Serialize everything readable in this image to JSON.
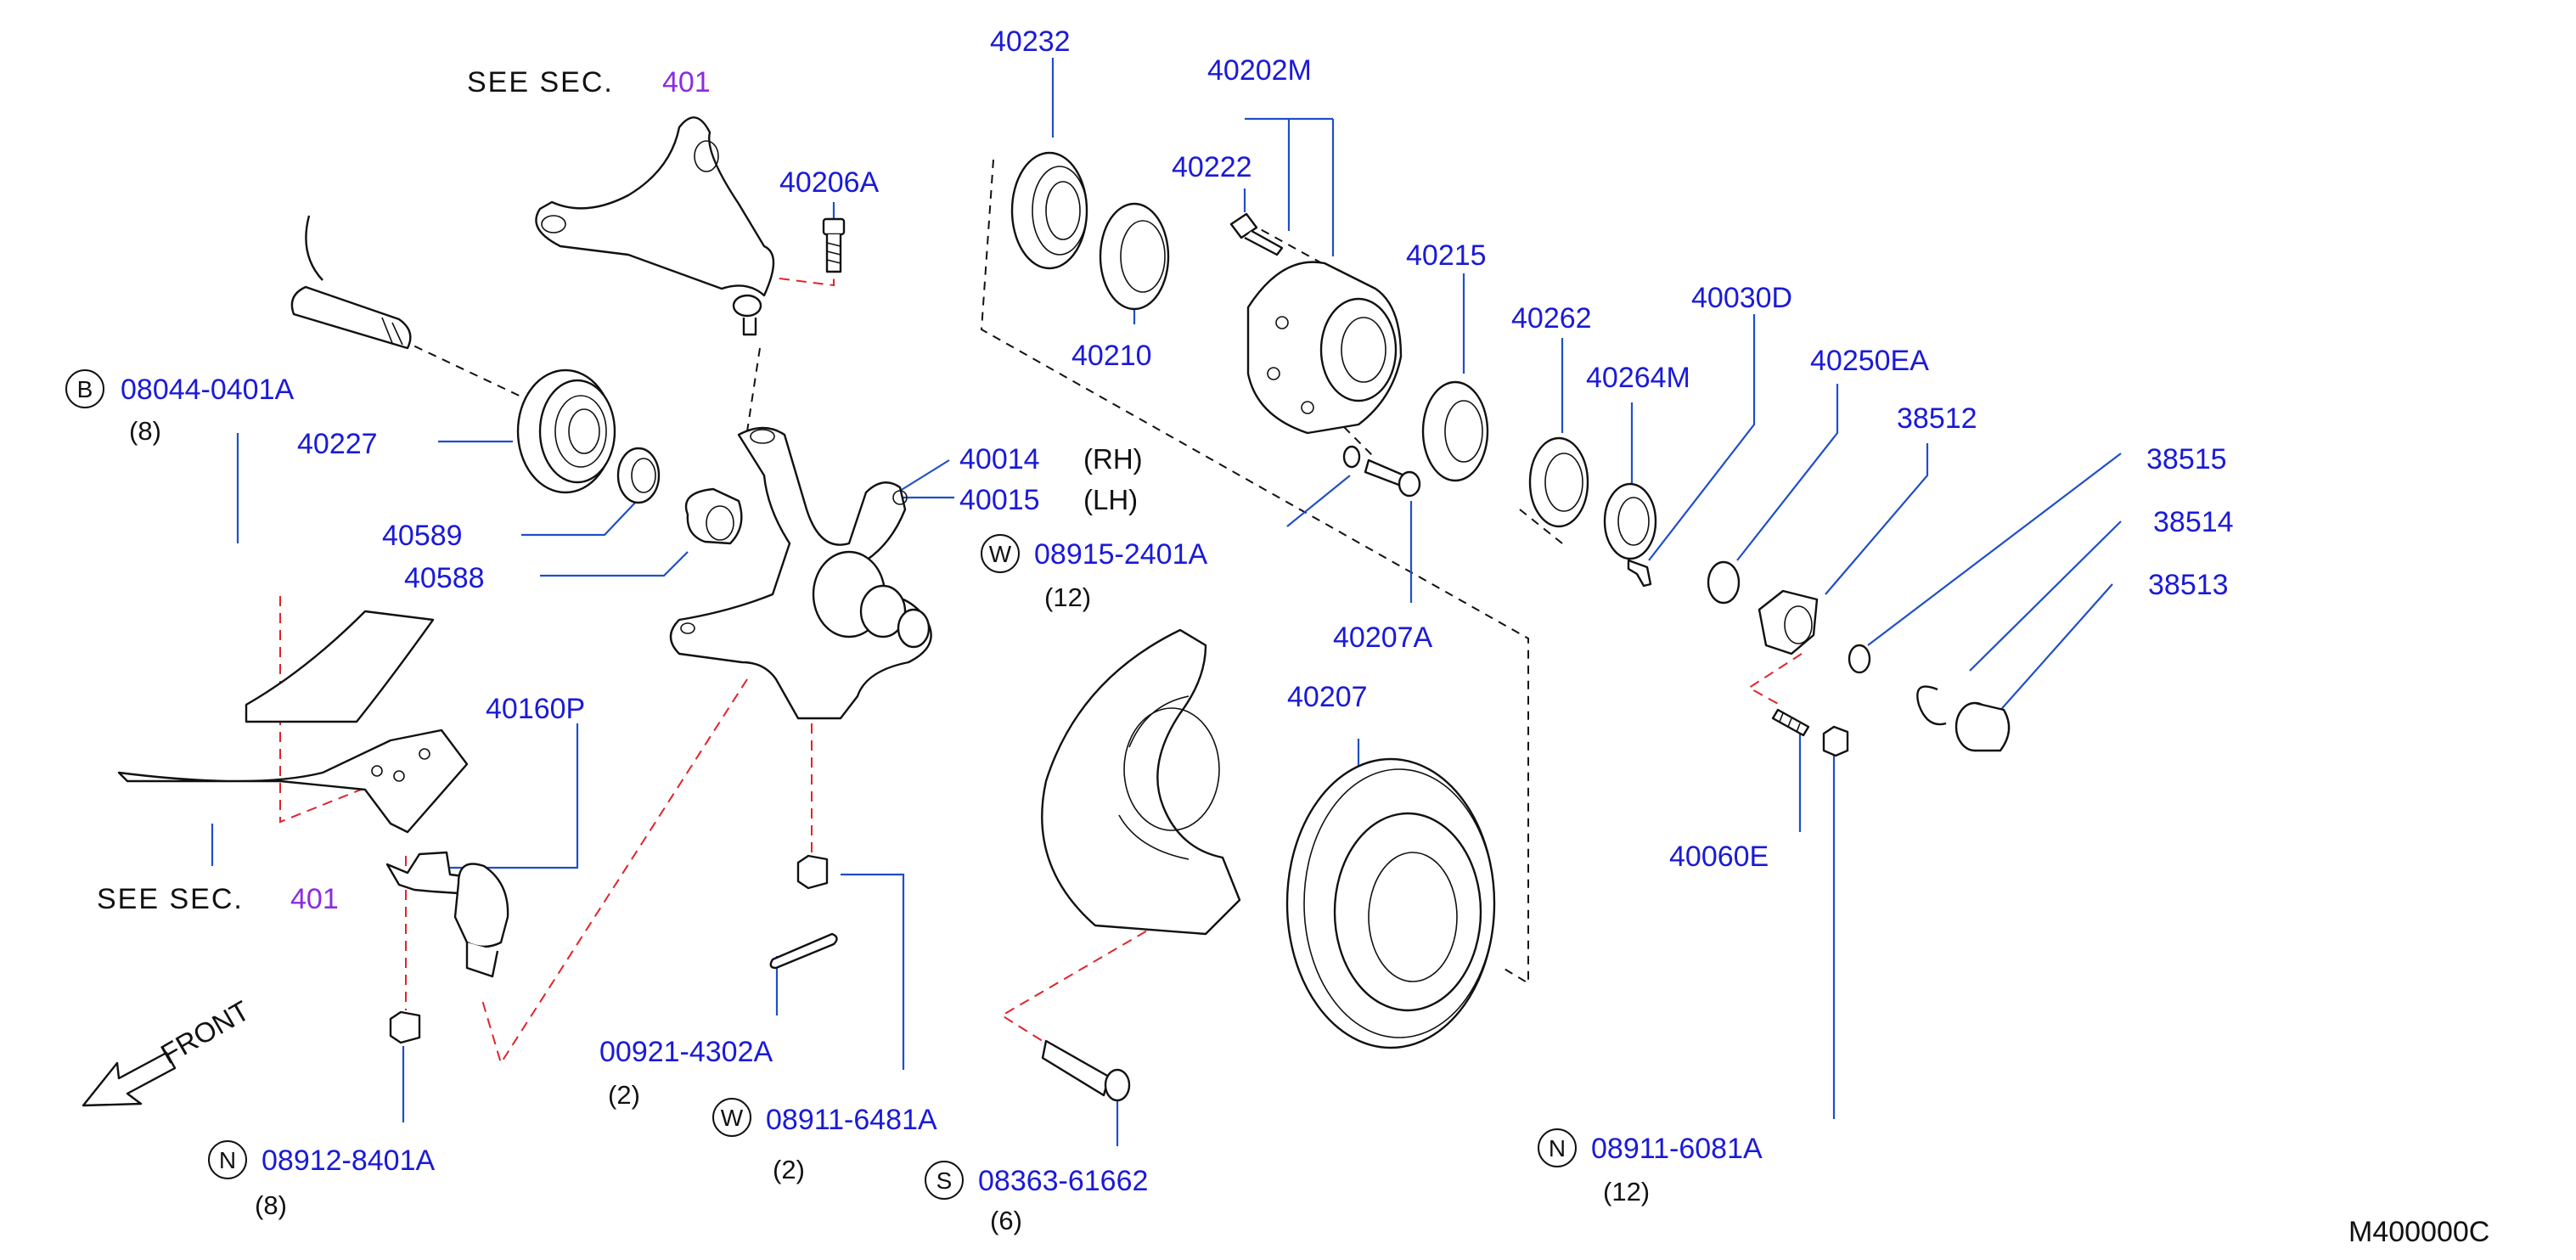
{
  "diagram_code": "M400000C",
  "see_sec": {
    "top": {
      "text": "SEE  SEC.",
      "number": "401"
    },
    "bottom": {
      "text": "SEE  SEC.",
      "number": "401"
    }
  },
  "front": {
    "label": "FRONT"
  },
  "sides": {
    "rh": "(RH)",
    "lh": "(LH)"
  },
  "parts": {
    "p40232": "40232",
    "p40202M": "40202M",
    "p40222": "40222",
    "p40206A": "40206A",
    "p40215": "40215",
    "p40210": "40210",
    "p40262": "40262",
    "p40030D": "40030D",
    "p40264M": "40264M",
    "p40250EA": "40250EA",
    "p38512": "38512",
    "p38515": "38515",
    "p38514": "38514",
    "p38513": "38513",
    "p08044": "08044-0401A",
    "p40227": "40227",
    "p40014": "40014",
    "p40015": "40015",
    "p08915": "08915-2401A",
    "p40589": "40589",
    "p40588": "40588",
    "p40207A": "40207A",
    "p40160P": "40160P",
    "p40207": "40207",
    "p40060E": "40060E",
    "p00921": "00921-4302A",
    "p08911_6481": "08911-6481A",
    "p08912": "08912-8401A",
    "p08363": "08363-61662",
    "p08911_6081": "08911-6081A"
  },
  "badges": {
    "b08044": "B",
    "w08915": "W",
    "w08911": "W",
    "n08912": "N",
    "s08363": "S",
    "n08911": "N"
  },
  "quantities": {
    "q08044": "(8)",
    "q08915": "(12)",
    "q00921": "(2)",
    "q08911_6481": "(2)",
    "q08912": "(8)",
    "q08363": "(6)",
    "q08911_6081": "(12)"
  }
}
